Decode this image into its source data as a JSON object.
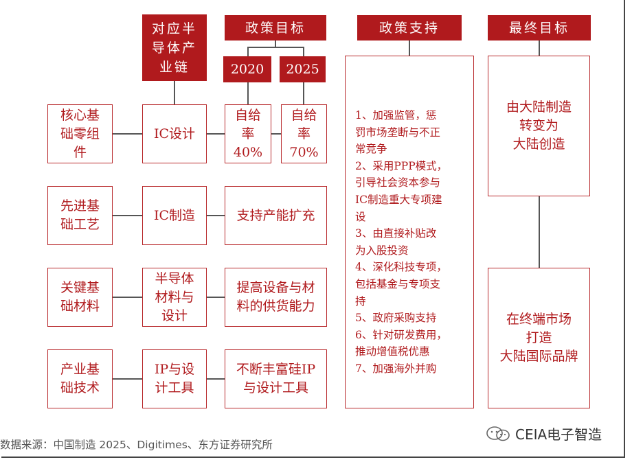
{
  "headers": {
    "chain": "对应半导体产业链",
    "goal": "政策目标",
    "support": "政策支持",
    "final": "最终目标",
    "y2020": "2020",
    "y2025": "2025"
  },
  "rows": [
    {
      "base": "核心基础零组件",
      "chain": "IC设计",
      "r2020": [
        "自给",
        "率",
        "40%"
      ],
      "r2025": [
        "自给",
        "率",
        "70%"
      ]
    },
    {
      "base": "先进基础工艺",
      "chain": "IC制造",
      "goal": "支持产能扩充"
    },
    {
      "base": "关键基础材料",
      "chain": "半导体材料与设计",
      "goal": "提高设备与材料的供货能力"
    },
    {
      "base": "产业基础技术",
      "chain": "IP与设计工具",
      "goal": "不断丰富硅IP与设计工具"
    }
  ],
  "support_items": [
    "1、加强监管，惩",
    "罚市场垄断与不正",
    "常竞争",
    "2、采用PPP模式，",
    "引导社会资本参与",
    "IC制造重大专项建",
    "设",
    "3、由直接补贴改",
    "为入股投资",
    "4、深化科技专项，",
    "包括基金与专项支",
    "持",
    "5、政府采购支持",
    "6、针对研发费用，",
    "推动增值税优惠",
    "7、加强海外并购"
  ],
  "final_goals": [
    [
      "由大陆制造",
      "转变为",
      "大陆创造"
    ],
    [
      "在终端市场",
      "打造",
      "大陆国际品牌"
    ]
  ],
  "footer": "数据来源：中国制造 2025、Digitimes、东方证券研究所",
  "watermark": "CEIA电子智造",
  "colors": {
    "accent": "#b01a1d",
    "line": "#555555"
  }
}
